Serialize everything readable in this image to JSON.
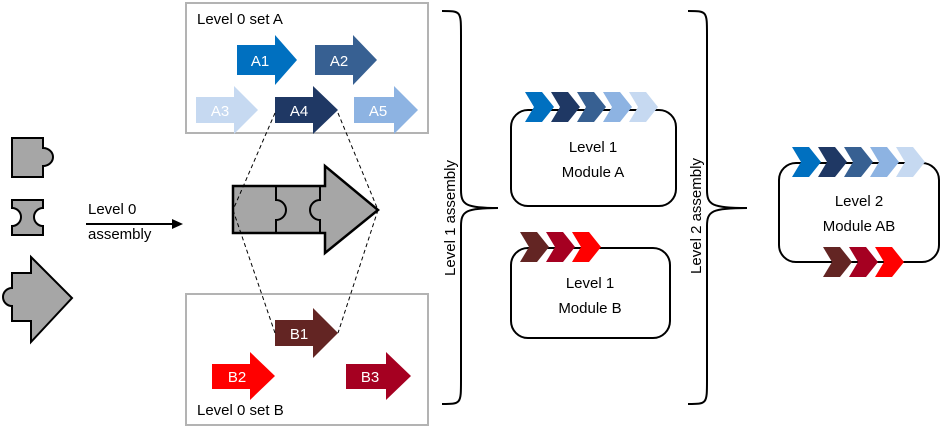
{
  "colors": {
    "box_border": "#b3b3b3",
    "part_fill": "#a6a6a6",
    "stroke": "#000000",
    "a1": "#0070c0",
    "a2": "#376092",
    "a3": "#c6d9f1",
    "a4": "#1f3864",
    "a5": "#8db3e2",
    "b1": "#632523",
    "b2": "#ff0000",
    "b3": "#a50021",
    "text_light": "#ffffff"
  },
  "set_a": {
    "title": "Level 0 set A",
    "parts": [
      {
        "id": "a1",
        "label": "A1",
        "icon": "arrow-part"
      },
      {
        "id": "a2",
        "label": "A2",
        "icon": "arrow-part"
      },
      {
        "id": "a3",
        "label": "A3",
        "icon": "arrow-part"
      },
      {
        "id": "a4",
        "label": "A4",
        "icon": "arrow-part"
      },
      {
        "id": "a5",
        "label": "A5",
        "icon": "arrow-part"
      }
    ]
  },
  "set_b": {
    "title": "Level 0 set B",
    "parts": [
      {
        "id": "b1",
        "label": "B1",
        "icon": "arrow-part"
      },
      {
        "id": "b2",
        "label": "B2",
        "icon": "arrow-part"
      },
      {
        "id": "b3",
        "label": "B3",
        "icon": "arrow-part"
      }
    ]
  },
  "level0_assembly": {
    "line1": "Level 0",
    "line2": "assembly",
    "pieces": [
      "puzzle-start-piece",
      "puzzle-middle-piece",
      "puzzle-end-arrow-piece"
    ]
  },
  "level1_assembly": {
    "label": "Level 1 assembly"
  },
  "level2_assembly": {
    "label": "Level 2 assembly"
  },
  "module_a": {
    "line1": "Level 1",
    "line2": "Module A"
  },
  "module_b": {
    "line1": "Level 1",
    "line2": "Module B"
  },
  "module_ab": {
    "line1": "Level 2",
    "line2": "Module AB"
  }
}
